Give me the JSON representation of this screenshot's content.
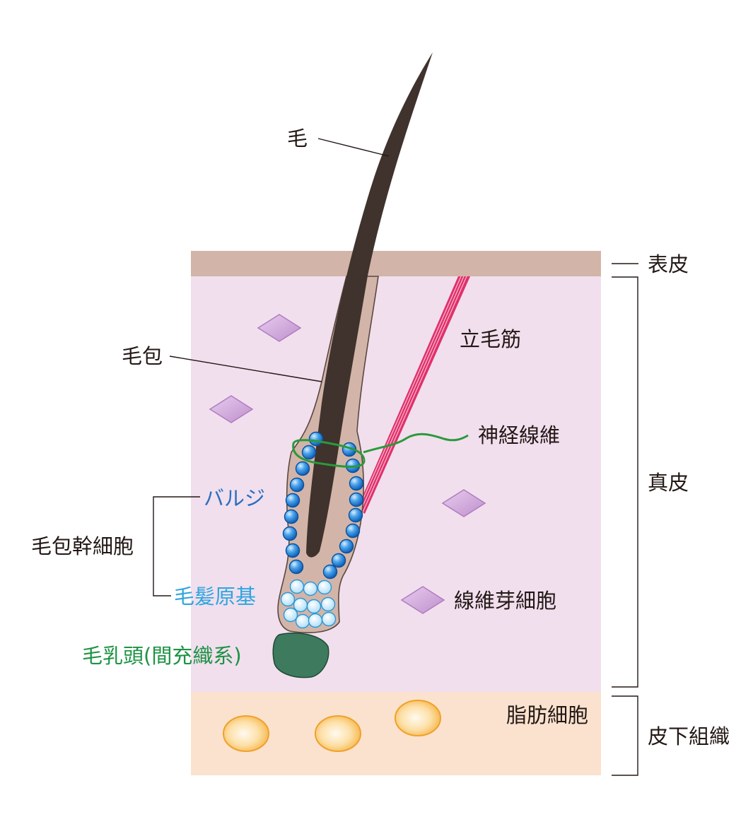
{
  "labels": {
    "hair": "毛",
    "epidermis": "表皮",
    "arrector_pili": "立毛筋",
    "follicle": "毛包",
    "nerve_fiber": "神経線維",
    "dermis": "真皮",
    "bulge": "バルジ",
    "follicle_stem_cells": "毛包幹細胞",
    "fibroblast": "線維芽細胞",
    "hair_germ": "毛髪原基",
    "dermal_papilla": "毛乳頭(間充織系)",
    "adipocyte": "脂肪細胞",
    "subcutaneous": "皮下組織"
  },
  "colors": {
    "epidermis": "#d2b5a8",
    "dermis": "#f1dfee",
    "subcutaneous": "#fbe2cf",
    "hair": "#40322d",
    "follicle": "#d2b5a8",
    "muscle": "#e0306a",
    "nerve": "#2a9a3a",
    "bulge_cells": "#1e7ad0",
    "germ_cells": "#bfe6fb",
    "papilla": "#3e7a5e",
    "fibroblast": "#c89ad2",
    "adipocyte": "#f6b54a",
    "text_blue": "#2a6fc0",
    "text_cyan": "#2ea5df",
    "text_green": "#1d9344"
  }
}
